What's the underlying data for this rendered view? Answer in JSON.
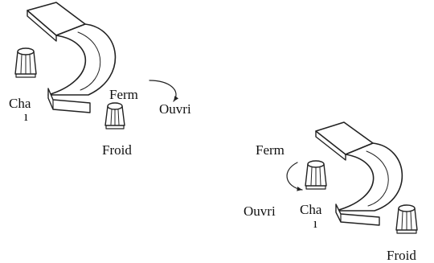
{
  "diagrams": [
    {
      "labels": {
        "close": "Ferm",
        "open": "Ouvri",
        "hot": "Cha",
        "hot_cont": "ı",
        "cold": "Froid"
      }
    },
    {
      "labels": {
        "close": "Ferm",
        "open": "Ouvri",
        "hot": "Cha",
        "hot_cont": "ı",
        "cold": "Froid"
      }
    }
  ],
  "icons": {
    "spout": "curved-waterfall-spout-icon",
    "handle": "knurled-handle-icon",
    "arrow": "rotation-arrow-icon"
  }
}
